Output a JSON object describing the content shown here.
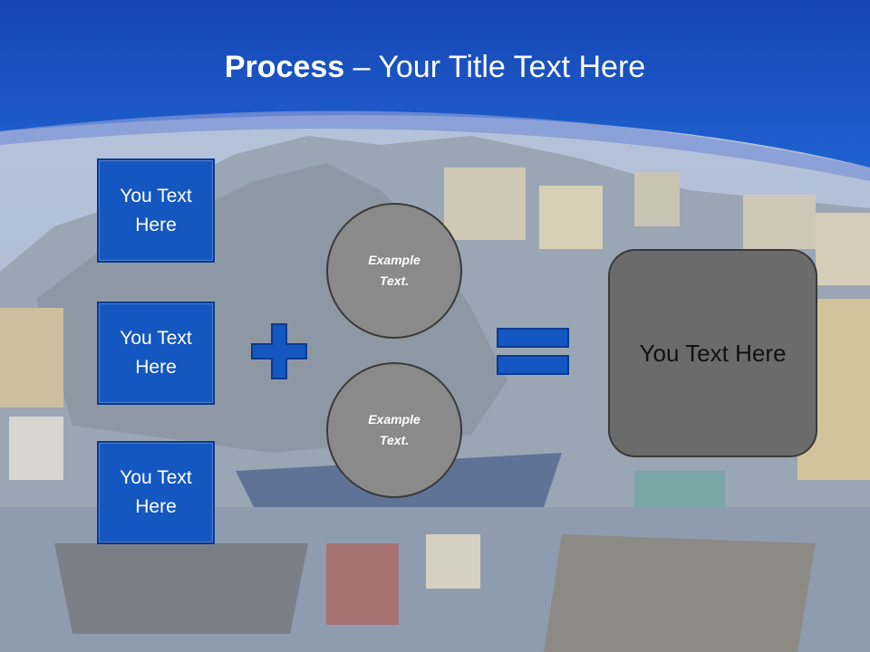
{
  "slide": {
    "title_bold": "Process",
    "title_rest": " – Your Title Text Here"
  },
  "inputs": [
    {
      "text": "You Text Here"
    },
    {
      "text": "You Text Here"
    },
    {
      "text": "You Text Here"
    }
  ],
  "circles": [
    {
      "text": "Example Text."
    },
    {
      "text": "Example Text."
    }
  ],
  "result": {
    "text": "You Text Here"
  },
  "colors": {
    "header_blue": "#1a56c4",
    "box_blue": "#1557c0",
    "circle_gray": "#8a8a8a",
    "result_gray": "#6b6b6b"
  },
  "icons": [
    "plus-icon",
    "equals-icon"
  ]
}
